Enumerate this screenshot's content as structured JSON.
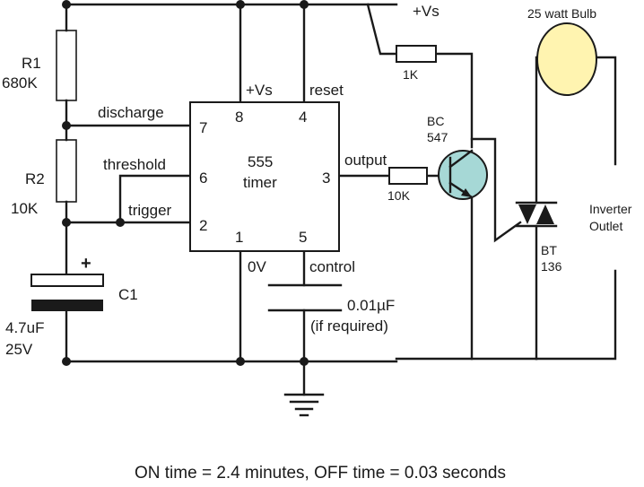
{
  "labels": {
    "vs_top": "+Vs",
    "bulb": "25 watt Bulb",
    "r1_name": "R1",
    "r1_value": "680K",
    "r2_name": "R2",
    "r2_value": "10K",
    "c1_plus": "+",
    "c1_name": "C1",
    "c1_value": "4.7uF",
    "c1_voltage": "25V",
    "discharge": "discharge",
    "threshold": "threshold",
    "trigger": "trigger",
    "ic_vs": "+Vs",
    "ic_reset": "reset",
    "ic_ov": "0V",
    "ic_control": "control",
    "ic_name_line1": "555",
    "ic_name_line2": "timer",
    "ic_output": "output",
    "pin7": "7",
    "pin8": "8",
    "pin4": "4",
    "pin6": "6",
    "pin3": "3",
    "pin2": "2",
    "pin1": "1",
    "pin5": "5",
    "res_1k": "1K",
    "res_10k": "10K",
    "bc_line1": "BC",
    "bc_line2": "547",
    "bt_line1": "BT",
    "bt_line2": "136",
    "inverter_line1": "Inverter",
    "inverter_line2": "Outlet",
    "cap_value": "0.01µF",
    "cap_note": "(if required)",
    "caption": "ON time = 2.4 minutes, OFF time = 0.03 seconds"
  },
  "colors": {
    "wire": "#1a1a1a",
    "bulb_fill": "#fff4b0",
    "transistor_fill": "#a6d8d6",
    "resistor_fill": "#ffffff",
    "ic_fill": "#ffffff"
  }
}
